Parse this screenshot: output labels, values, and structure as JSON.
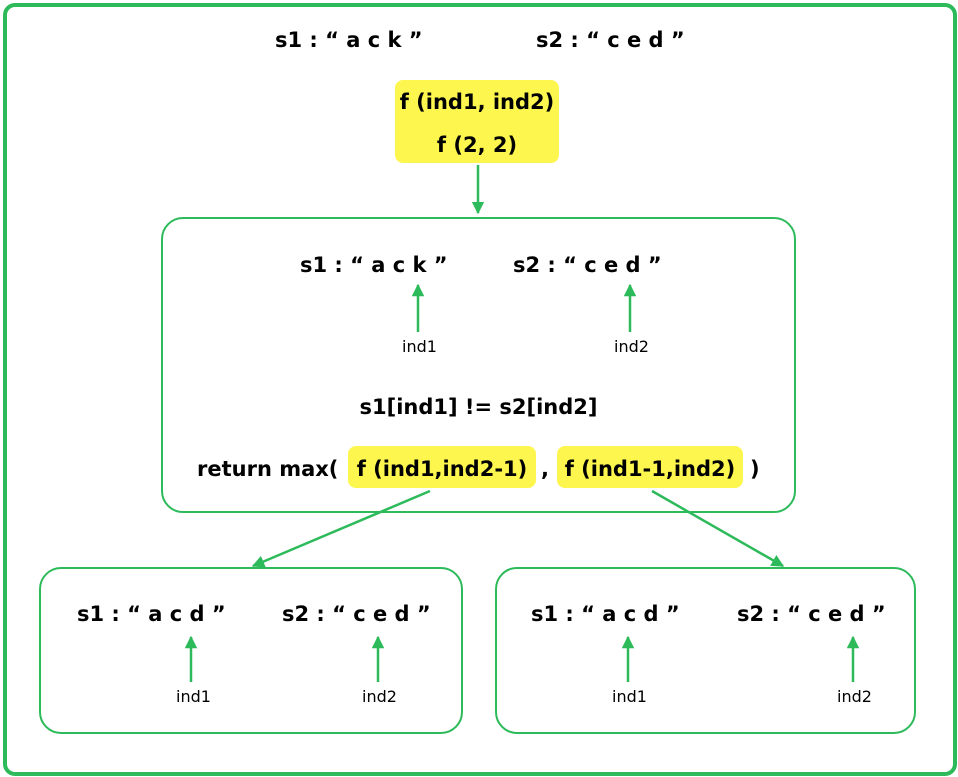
{
  "top": {
    "s1": "s1 : “ a c k ”",
    "s2": "s2 : “ c e d ”",
    "call_generic": "f (ind1, ind2)",
    "call_concrete": "f (2, 2)"
  },
  "middle": {
    "s1": "s1 : “ a c k ”",
    "s2": "s2 : “ c e d ”",
    "ptr1": "ind1",
    "ptr2": "ind2",
    "condition": "s1[ind1] != s2[ind2]",
    "return_prefix": "return max(",
    "left_call": "f (ind1,ind2-1)",
    "comma": ",",
    "right_call": "f (ind1-1,ind2)",
    "return_suffix": ")"
  },
  "left_child": {
    "s1": "s1 : “ a c d ”",
    "s2": "s2 : “ c e d ”",
    "ptr1": "ind1",
    "ptr2": "ind2"
  },
  "right_child": {
    "s1": "s1 : “ a c d ”",
    "s2": "s2 : “ c e d ”",
    "ptr1": "ind1",
    "ptr2": "ind2"
  },
  "colors": {
    "accent": "#2dba5a",
    "highlight": "#fdf64f"
  }
}
